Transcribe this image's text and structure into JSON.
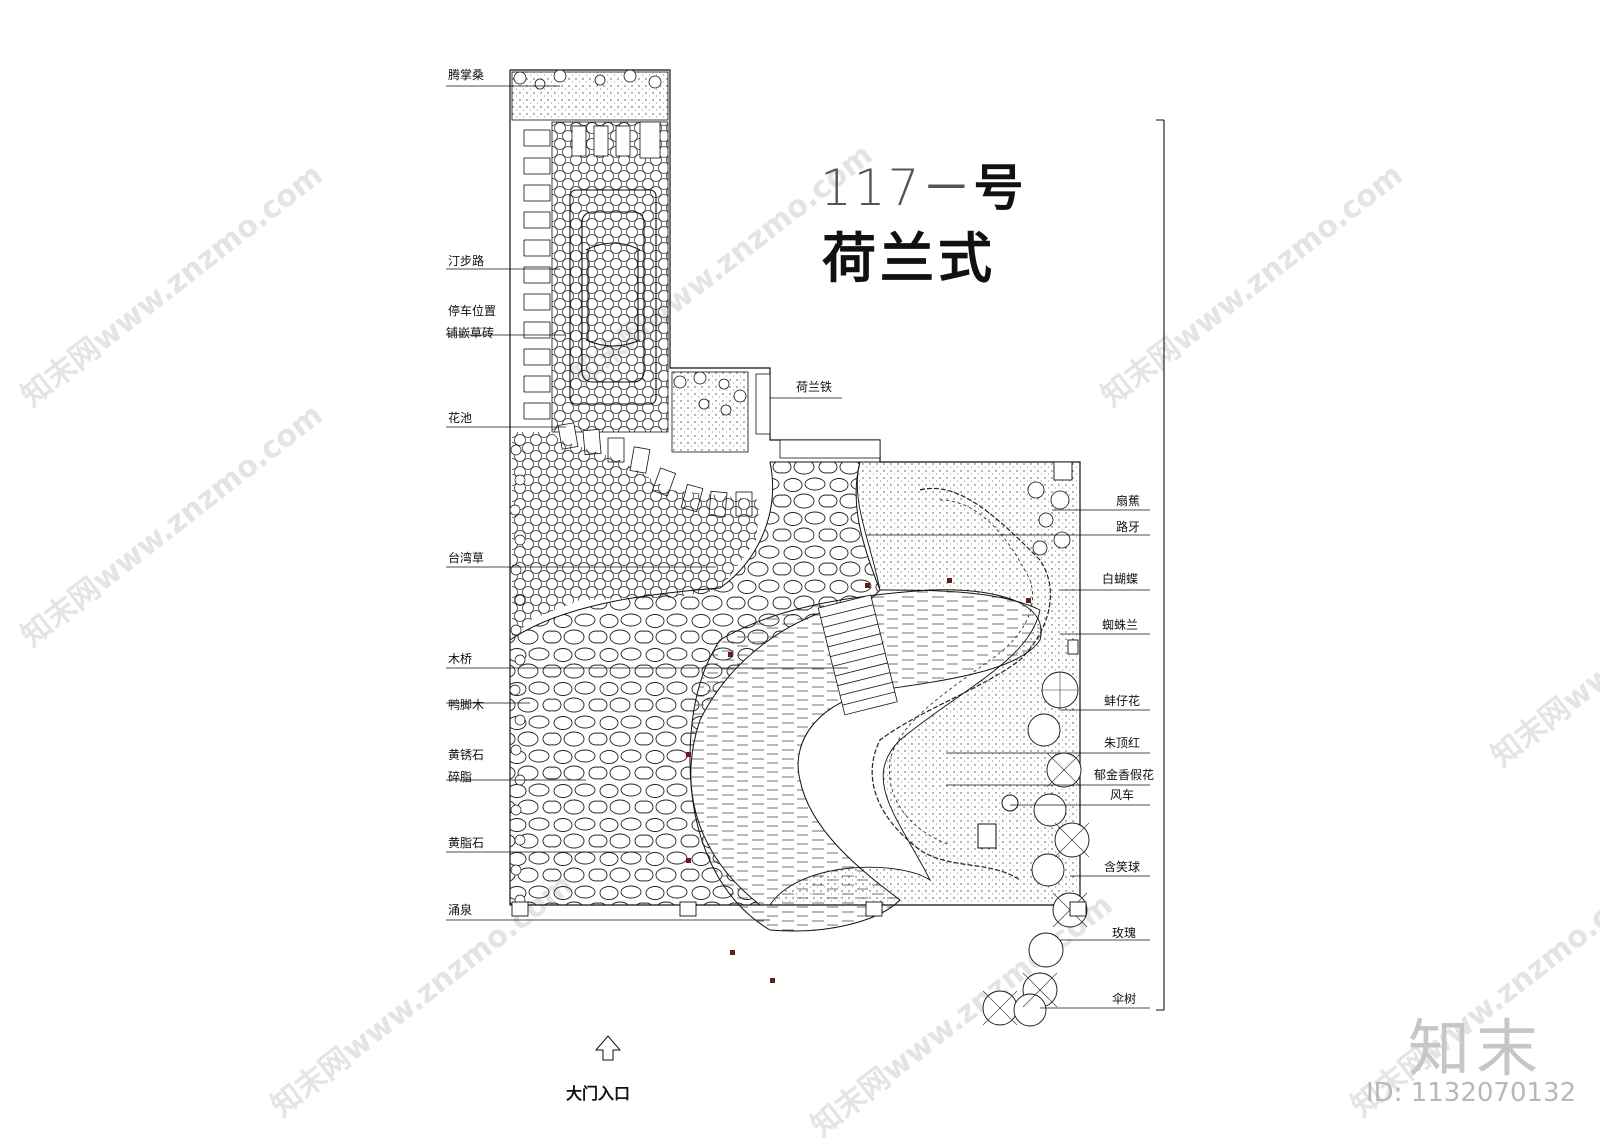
{
  "title": {
    "number": "117－",
    "hao": "号",
    "style": "荷兰式"
  },
  "labels_left": [
    "腾掌桑",
    "汀步路",
    "停车位置",
    "铺嵌草砖",
    "花池",
    "台湾草",
    "木桥",
    "鸭脚木",
    "黄锈石",
    "碎脂",
    "黄脂石",
    "涌泉"
  ],
  "labels_right": [
    "扇蕉",
    "路牙",
    "白蝴蝶",
    "蜘蛛兰",
    "蚌仔花",
    "朱顶红",
    "郁金香假花",
    "风车",
    "含笑球",
    "玫瑰",
    "伞树"
  ],
  "label_inner": "荷兰铁",
  "entrance": "大门入口",
  "brand": "知末",
  "image_id": "ID: 1132070132",
  "watermark": "知末网www.znzmo.com",
  "colors": {
    "line": "#111111",
    "post": "#6b1a1a",
    "watermark": "#e4e4e4"
  }
}
